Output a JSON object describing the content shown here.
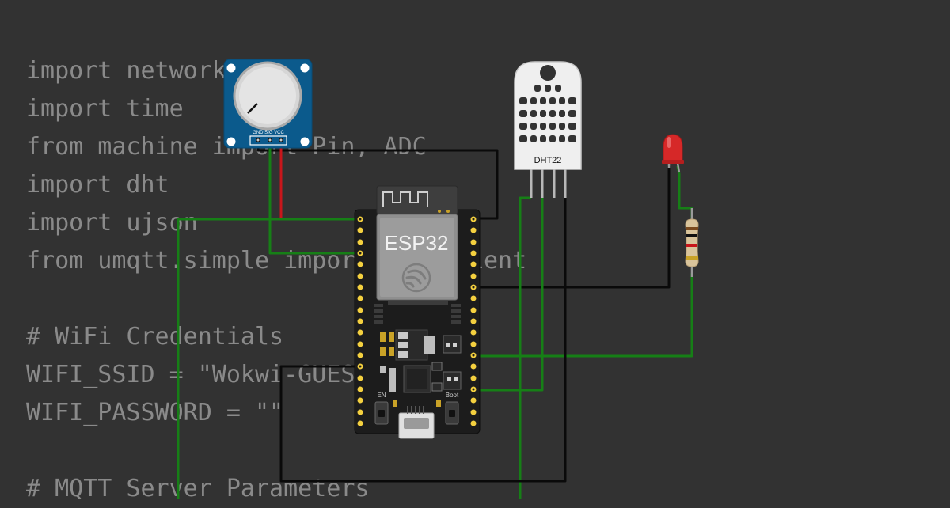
{
  "code_lines": [
    "import network",
    "import time",
    "from machine import Pin, ADC",
    "import dht",
    "import ujson",
    "from umqtt.simple import MQTTClient",
    "",
    "# WiFi Credentials",
    "WIFI_SSID = \"Wokwi-GUEST\"",
    "WIFI_PASSWORD = \"\"",
    "",
    "# MQTT Server Parameters"
  ],
  "esp32": {
    "label": "ESP32",
    "en_label": "EN",
    "boot_label": "Boot"
  },
  "potentiometer": {
    "pin_labels": "GND SIG VCC"
  },
  "dht22": {
    "label": "DHT22"
  },
  "colors": {
    "background": "#323232",
    "code_text": "#8a8a8a",
    "wire_green": "#167f16",
    "wire_red": "#c8161b",
    "wire_black": "#0a0a0a",
    "board": "#1c1c1c",
    "pin_gold": "#f4d03f",
    "pot_body": "#0b5a8c",
    "led_red": "#d62828"
  }
}
